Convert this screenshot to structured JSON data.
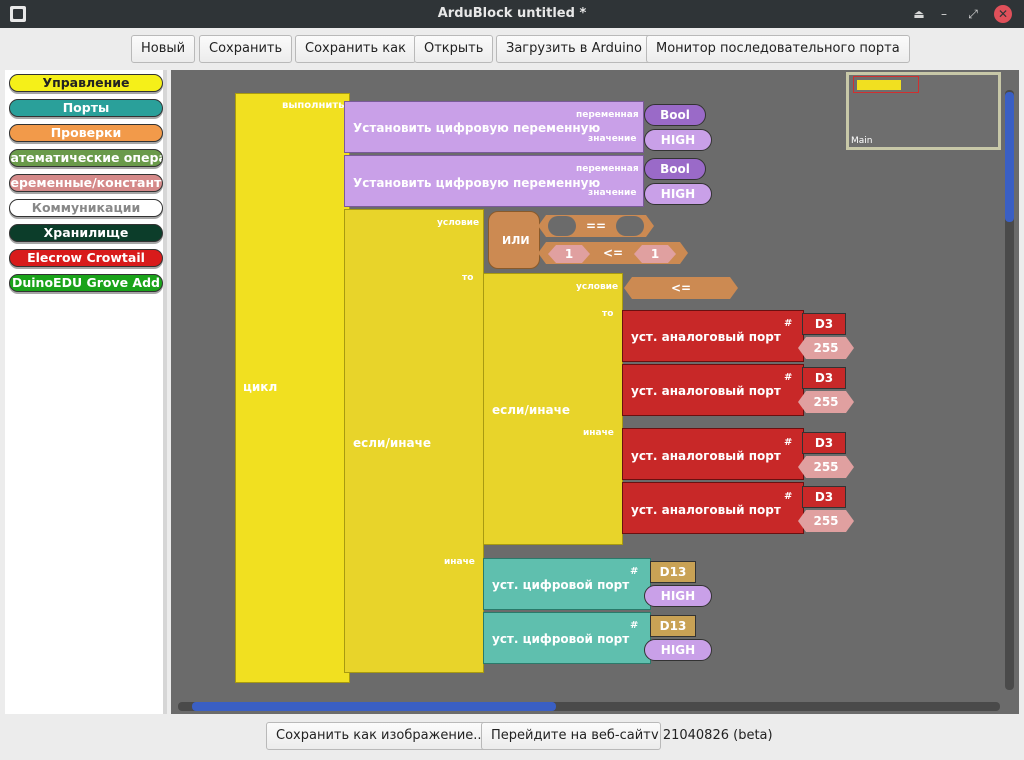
{
  "window": {
    "title": "ArduBlock untitled *",
    "controls": [
      "⏏",
      "–",
      "⤢",
      "✕"
    ]
  },
  "toolbar": {
    "new": "Новый",
    "save": "Сохранить",
    "save_as": "Сохранить как",
    "open": "Открыть",
    "upload": "Загрузить в Arduino",
    "serial_monitor": "Монитор последовательного порта"
  },
  "palette": {
    "categories": [
      {
        "label": "Управление",
        "color": "#f5f019"
      },
      {
        "label": "Порты",
        "color": "#2aa09a"
      },
      {
        "label": "Проверки",
        "color": "#f29a4a"
      },
      {
        "label": "Математические операторы",
        "color": "#6a9a4a"
      },
      {
        "label": "Переменные/константы",
        "color": "#d58a8a"
      },
      {
        "label": "Коммуникации",
        "color": "#ffffff"
      },
      {
        "label": "Хранилище",
        "color": "#0c3d2a"
      },
      {
        "label": "Elecrow Crowtail",
        "color": "#d81b1b"
      },
      {
        "label": "DuinoEDU Grove Add",
        "color": "#1aa31a"
      }
    ]
  },
  "minimap": {
    "label": "Main"
  },
  "blocks": {
    "loop": "цикл",
    "do": "выполнить",
    "set_var": "Установить цифровую переменную",
    "var_label": "переменная",
    "value_label": "значение",
    "bool": "Bool",
    "high": "HIGH",
    "if_else": "если/иначе",
    "condition": "условие",
    "then": "то",
    "else": "иначе",
    "or": "ИЛИ",
    "eq": "==",
    "le": "<=",
    "one": "1",
    "analog_port": "уст. аналоговый порт",
    "digital_port": "уст. цифровой порт",
    "hash": "#",
    "d3": "D3",
    "d13": "D13",
    "val255": "255"
  },
  "colors": {
    "control": "#f1e020",
    "variable": "#c9a0e8",
    "pill": "#9a6ac8",
    "logic": "#cc8a52",
    "analog": "#c82828",
    "port": "#5fbfae",
    "number": "#e0a0a0",
    "pin_gold": "#c9a255"
  },
  "footer": {
    "save_image": "Сохранить как изображение...",
    "website": "Перейдите на веб-сайт",
    "version": "v 21040826 (beta)"
  }
}
